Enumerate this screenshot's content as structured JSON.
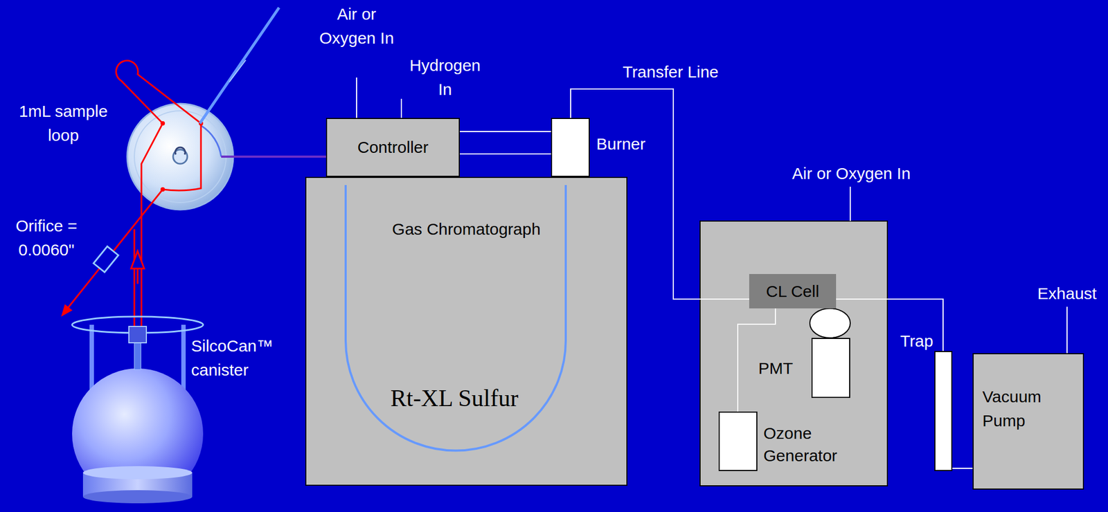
{
  "diagram": {
    "nodes": [
      {
        "text": [
          "SilcoCan™ canister"
        ]
      },
      {
        "text": [
          "Controller"
        ]
      },
      {
        "text": [
          "Burner"
        ]
      },
      {
        "text": [
          "Gas Chromatograph"
        ]
      },
      {
        "text": [
          "CL Cell"
        ]
      },
      {
        "text": [
          "PMT"
        ]
      },
      {
        "text": [
          "Ozone Generator"
        ]
      },
      {
        "text": [
          "Trap"
        ]
      },
      {
        "text": [
          "Vacuum Pump"
        ]
      }
    ],
    "edges": [
      {
        "from": 1,
        "to": 2,
        "arrow": "none"
      },
      {
        "from": 1,
        "to": 2,
        "arrow": "none"
      },
      {
        "from": 2,
        "to": 4,
        "label": "Transfer Line",
        "arrow": "none"
      },
      {
        "from": 6,
        "to": 4,
        "arrow": "none"
      },
      {
        "from": 4,
        "to": 7,
        "arrow": "none"
      },
      {
        "from": 7,
        "to": 8,
        "arrow": "none"
      }
    ],
    "labels": [
      "1mL sample loop",
      "Orifice = 0.0060\"",
      "Air or Oxygen In",
      "Hydrogen In",
      "Rt-XL Sulfur",
      "Air or Oxygen In",
      "Exhaust"
    ]
  }
}
